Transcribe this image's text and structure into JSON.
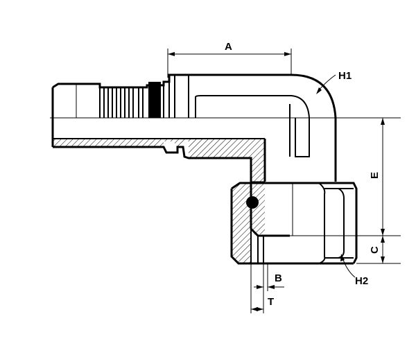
{
  "drawing": {
    "labels": {
      "A": "A",
      "H1": "H1",
      "E": "E",
      "C": "C",
      "B": "B",
      "T": "T",
      "H2": "H2"
    }
  }
}
